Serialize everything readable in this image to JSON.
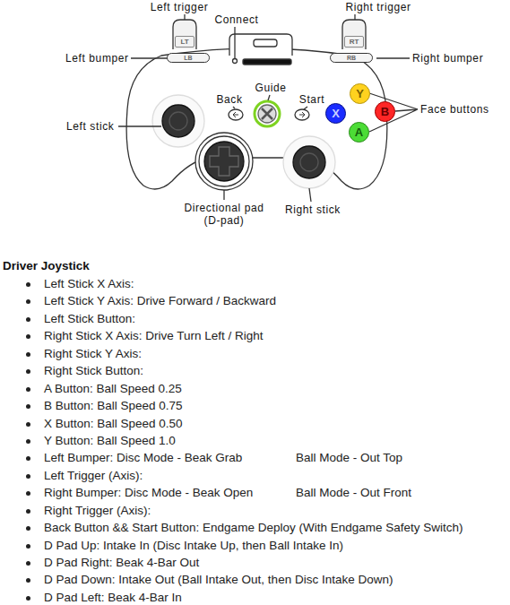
{
  "diagram": {
    "nodes": [
      {
        "text": [
          "LT"
        ]
      },
      {
        "text": [
          "RT"
        ]
      },
      {
        "text": [
          "LB"
        ]
      },
      {
        "text": [
          "RB"
        ]
      },
      {
        "text": [
          "Y"
        ]
      },
      {
        "text": [
          "X"
        ]
      },
      {
        "text": [
          "B"
        ]
      },
      {
        "text": [
          "A"
        ]
      }
    ],
    "labels": [
      "Left trigger",
      "Connect",
      "Right trigger",
      "Left bumper",
      "Right bumper",
      "Guide",
      "Back",
      "Start",
      "Face buttons",
      "Left stick",
      "Directional pad",
      "(D-pad)",
      "Right stick",
      "Driver Joystick",
      "Left Stick X Axis:",
      "Left Stick Y Axis: Drive Forward / Backward",
      "Left Stick Button:",
      "Right Stick X Axis: Drive Turn Left / Right",
      "Right Stick Y Axis:",
      "Right Stick Button:",
      "A Button: Ball Speed 0.25",
      "B Button: Ball Speed 0.75",
      "X Button: Ball Speed 0.50",
      "Y Button: Ball Speed 1.0",
      "Left Bumper: Disc Mode - Beak Grab",
      "Ball Mode - Out Top",
      "Left Trigger (Axis):",
      "Right Bumper: Disc Mode - Beak Open",
      "Ball Mode - Out Front",
      "Right Trigger (Axis):",
      "Back Button && Start Button: Endgame Deploy (With Endgame Safety Switch)",
      "D Pad Up: Intake In (Disc Intake Up, then Ball Intake In)",
      "D Pad Right: Beak 4-Bar Out",
      "D Pad Down: Intake Out (Ball Intake Out, then Disc Intake Down)",
      "D Pad Left: Beak 4-Bar In"
    ]
  }
}
